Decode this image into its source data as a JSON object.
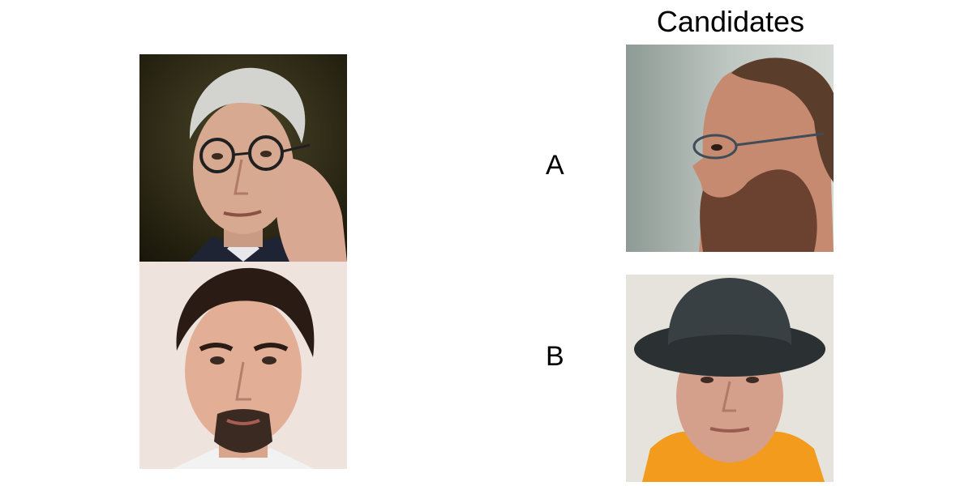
{
  "header": {
    "title": "Candidates"
  },
  "options": [
    {
      "label": "A"
    },
    {
      "label": "B"
    }
  ]
}
